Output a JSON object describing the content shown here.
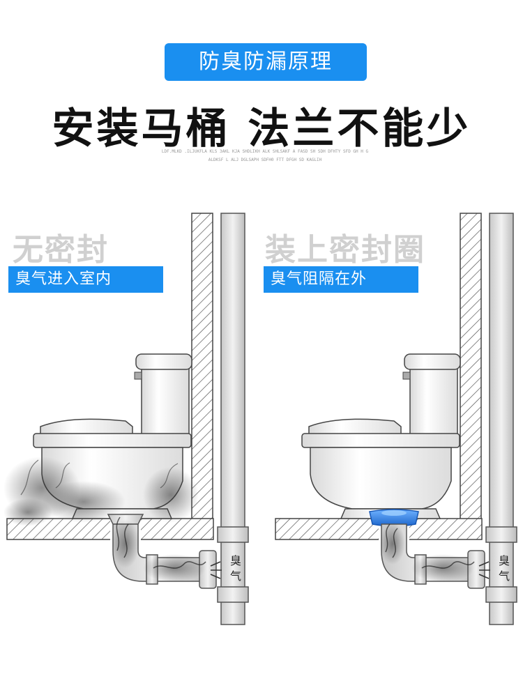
{
  "header": {
    "badge": "防臭防漏原理",
    "headline": "安装马桶 法兰不能少",
    "fine_line1": "LDF.MLKD .ILJUKFLA KLS 3AKL KJA SHDLIKH ALK SHLSAKF A FASD SH SDH DFHTY SFD GH H G",
    "fine_line2": "ALDKSF L ALJ DGLSAPH SDFH0 FTT DFGH SD KAGLIH"
  },
  "panels": [
    {
      "title": "无密封",
      "tag": "臭气进入室内",
      "pipe_char1": "臭",
      "pipe_char2": "气"
    },
    {
      "title": "装上密封圈",
      "tag": "臭气阻隔在外",
      "pipe_char1": "臭",
      "pipe_char2": "气"
    }
  ],
  "colors": {
    "accent": "#1a8ff0",
    "seal": "#2e7fe0",
    "smoke": "#333333",
    "title_gray": "#d0d0d0"
  }
}
